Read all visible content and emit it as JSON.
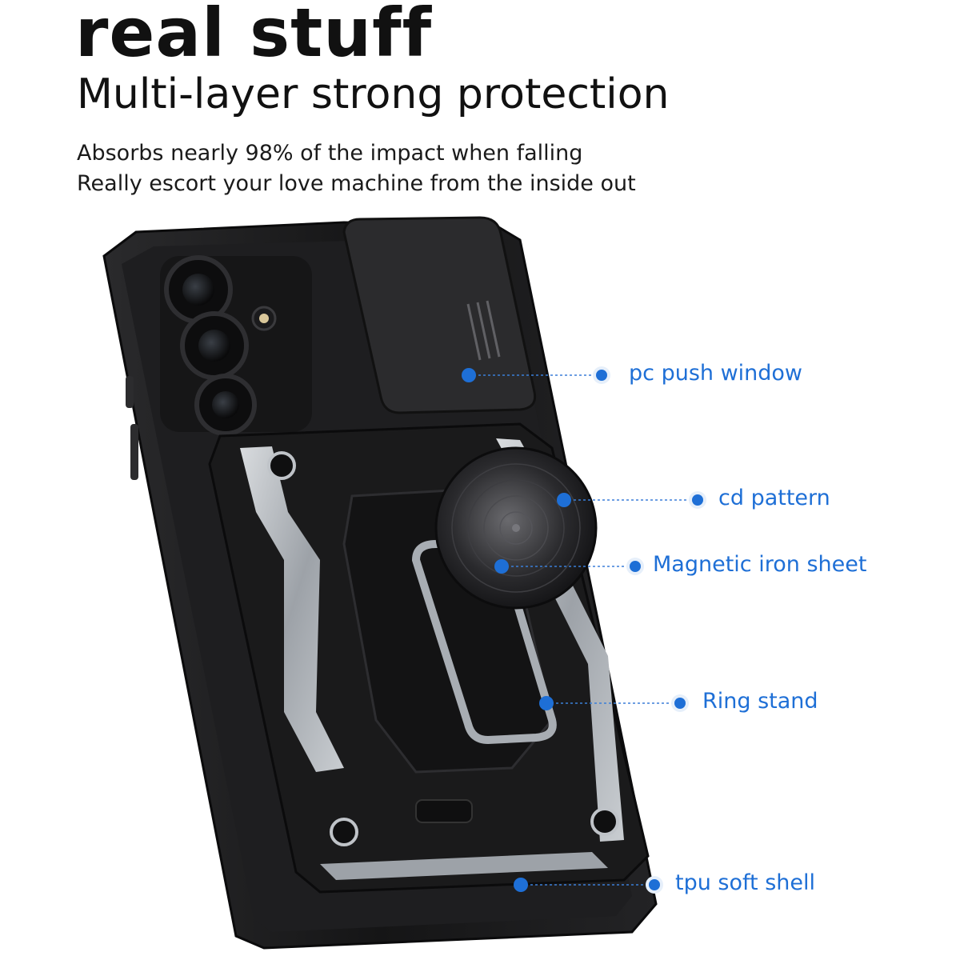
{
  "header": {
    "title": "real stuff",
    "subtitle": "Multi-layer strong protection",
    "description_lines": [
      "Absorbs nearly 98% of the impact when falling",
      "Really escort your love machine from the inside out"
    ]
  },
  "callouts": [
    {
      "label": "pc push window"
    },
    {
      "label": "cd pattern"
    },
    {
      "label": "Magnetic iron sheet"
    },
    {
      "label": "Ring stand"
    },
    {
      "label": "tpu soft shell"
    }
  ],
  "colors": {
    "accent": "#1e6fd6",
    "text": "#111111",
    "case": "#1b1b1c",
    "armor": "#bfc3c8"
  }
}
